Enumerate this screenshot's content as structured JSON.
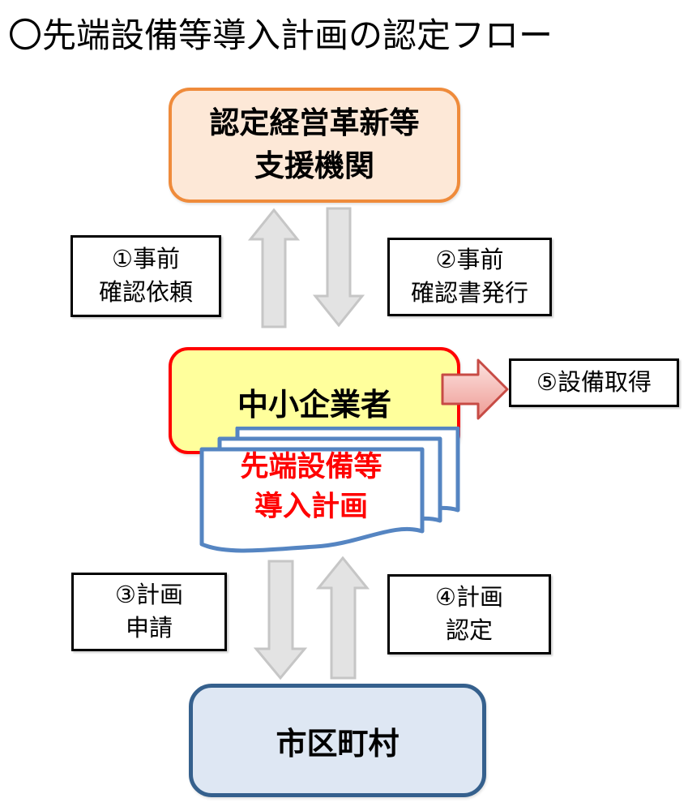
{
  "title": "〇先端設備等導入計画の認定フロー",
  "nodes": {
    "support_org": {
      "line1": "認定経営革新等",
      "line2": "支援機関"
    },
    "sme": {
      "label": "中小企業者"
    },
    "plan_document": {
      "line1": "先端設備等",
      "line2": "導入計画"
    },
    "municipality": {
      "label": "市区町村"
    }
  },
  "steps": {
    "step1": {
      "line1": "①事前",
      "line2": "確認依頼"
    },
    "step2": {
      "line1": "②事前",
      "line2": "確認書発行"
    },
    "step3": {
      "line1": "③計画",
      "line2": "申請"
    },
    "step4": {
      "line1": "④計画",
      "line2": "認定"
    },
    "step5": {
      "label": "⑤設備取得"
    }
  },
  "icons": {
    "upper_left": "arrow-up",
    "upper_right": "arrow-down",
    "lower_left": "arrow-down",
    "lower_right": "arrow-up",
    "sme_to_acquisition": "arrow-right",
    "plan_document": "stacked-documents"
  },
  "colors": {
    "support_org_border": "#EF8B3B",
    "support_org_fill": "#FDE8D7",
    "sme_border": "#FF0000",
    "sme_fill": "#FFFF9C",
    "municipality_border": "#35608D",
    "municipality_fill": "#DEE7F3",
    "document_border": "#5585C2",
    "document_text": "#FF0000",
    "flow_arrow_fill": "#E3E3E3",
    "flow_arrow_stroke": "#C6C6C6",
    "acquire_arrow_stroke": "#C74B45",
    "acquire_arrow_fill_top": "#FCE3E0",
    "acquire_arrow_fill_bottom": "#EE9B94",
    "step_box_border": "#000000"
  }
}
